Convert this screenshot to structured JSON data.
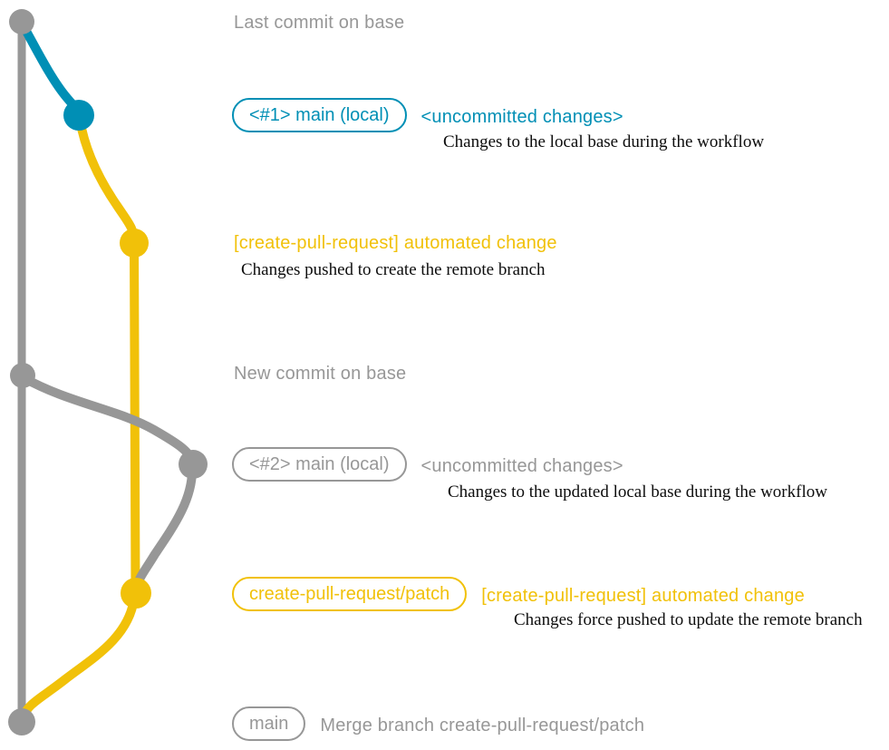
{
  "colors": {
    "gray": "#979797",
    "blue": "#008fb5",
    "yellow": "#f1c109",
    "note_text": "#0d0d0d",
    "background": "#ffffff"
  },
  "rows": [
    {
      "message": "Last commit on base"
    },
    {
      "badge": "<#1> main (local)",
      "message": "<uncommitted changes>",
      "note": "Changes to the local base during the workflow"
    },
    {
      "message": "[create-pull-request] automated change",
      "note": "Changes pushed to create the remote branch"
    },
    {
      "message": "New commit on base"
    },
    {
      "badge": "<#2> main (local)",
      "message": "<uncommitted changes>",
      "note": "Changes to the updated local base during the workflow"
    },
    {
      "badge": "create-pull-request/patch",
      "message": "[create-pull-request] automated change",
      "note": "Changes force pushed to update the remote branch"
    },
    {
      "badge": "main",
      "message": "Merge branch create-pull-request/patch"
    }
  ]
}
